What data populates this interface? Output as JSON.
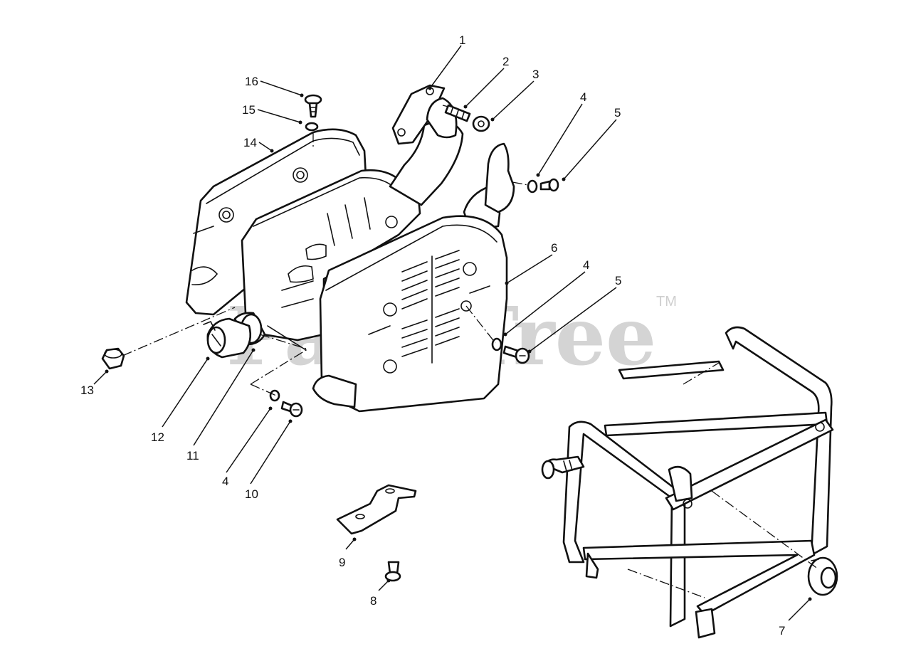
{
  "watermark": {
    "text": "PartsTree",
    "trademark": "TM"
  },
  "callouts": [
    {
      "id": "c1",
      "label": "1"
    },
    {
      "id": "c2",
      "label": "2"
    },
    {
      "id": "c3",
      "label": "3"
    },
    {
      "id": "c4a",
      "label": "4"
    },
    {
      "id": "c5a",
      "label": "5"
    },
    {
      "id": "c6",
      "label": "6"
    },
    {
      "id": "c4b",
      "label": "4"
    },
    {
      "id": "c5b",
      "label": "5"
    },
    {
      "id": "c16",
      "label": "16"
    },
    {
      "id": "c15",
      "label": "15"
    },
    {
      "id": "c14",
      "label": "14"
    },
    {
      "id": "c13",
      "label": "13"
    },
    {
      "id": "c12",
      "label": "12"
    },
    {
      "id": "c11",
      "label": "11"
    },
    {
      "id": "c4c",
      "label": "4"
    },
    {
      "id": "c10",
      "label": "10"
    },
    {
      "id": "c9",
      "label": "9"
    },
    {
      "id": "c8",
      "label": "8"
    },
    {
      "id": "c7",
      "label": "7"
    }
  ]
}
